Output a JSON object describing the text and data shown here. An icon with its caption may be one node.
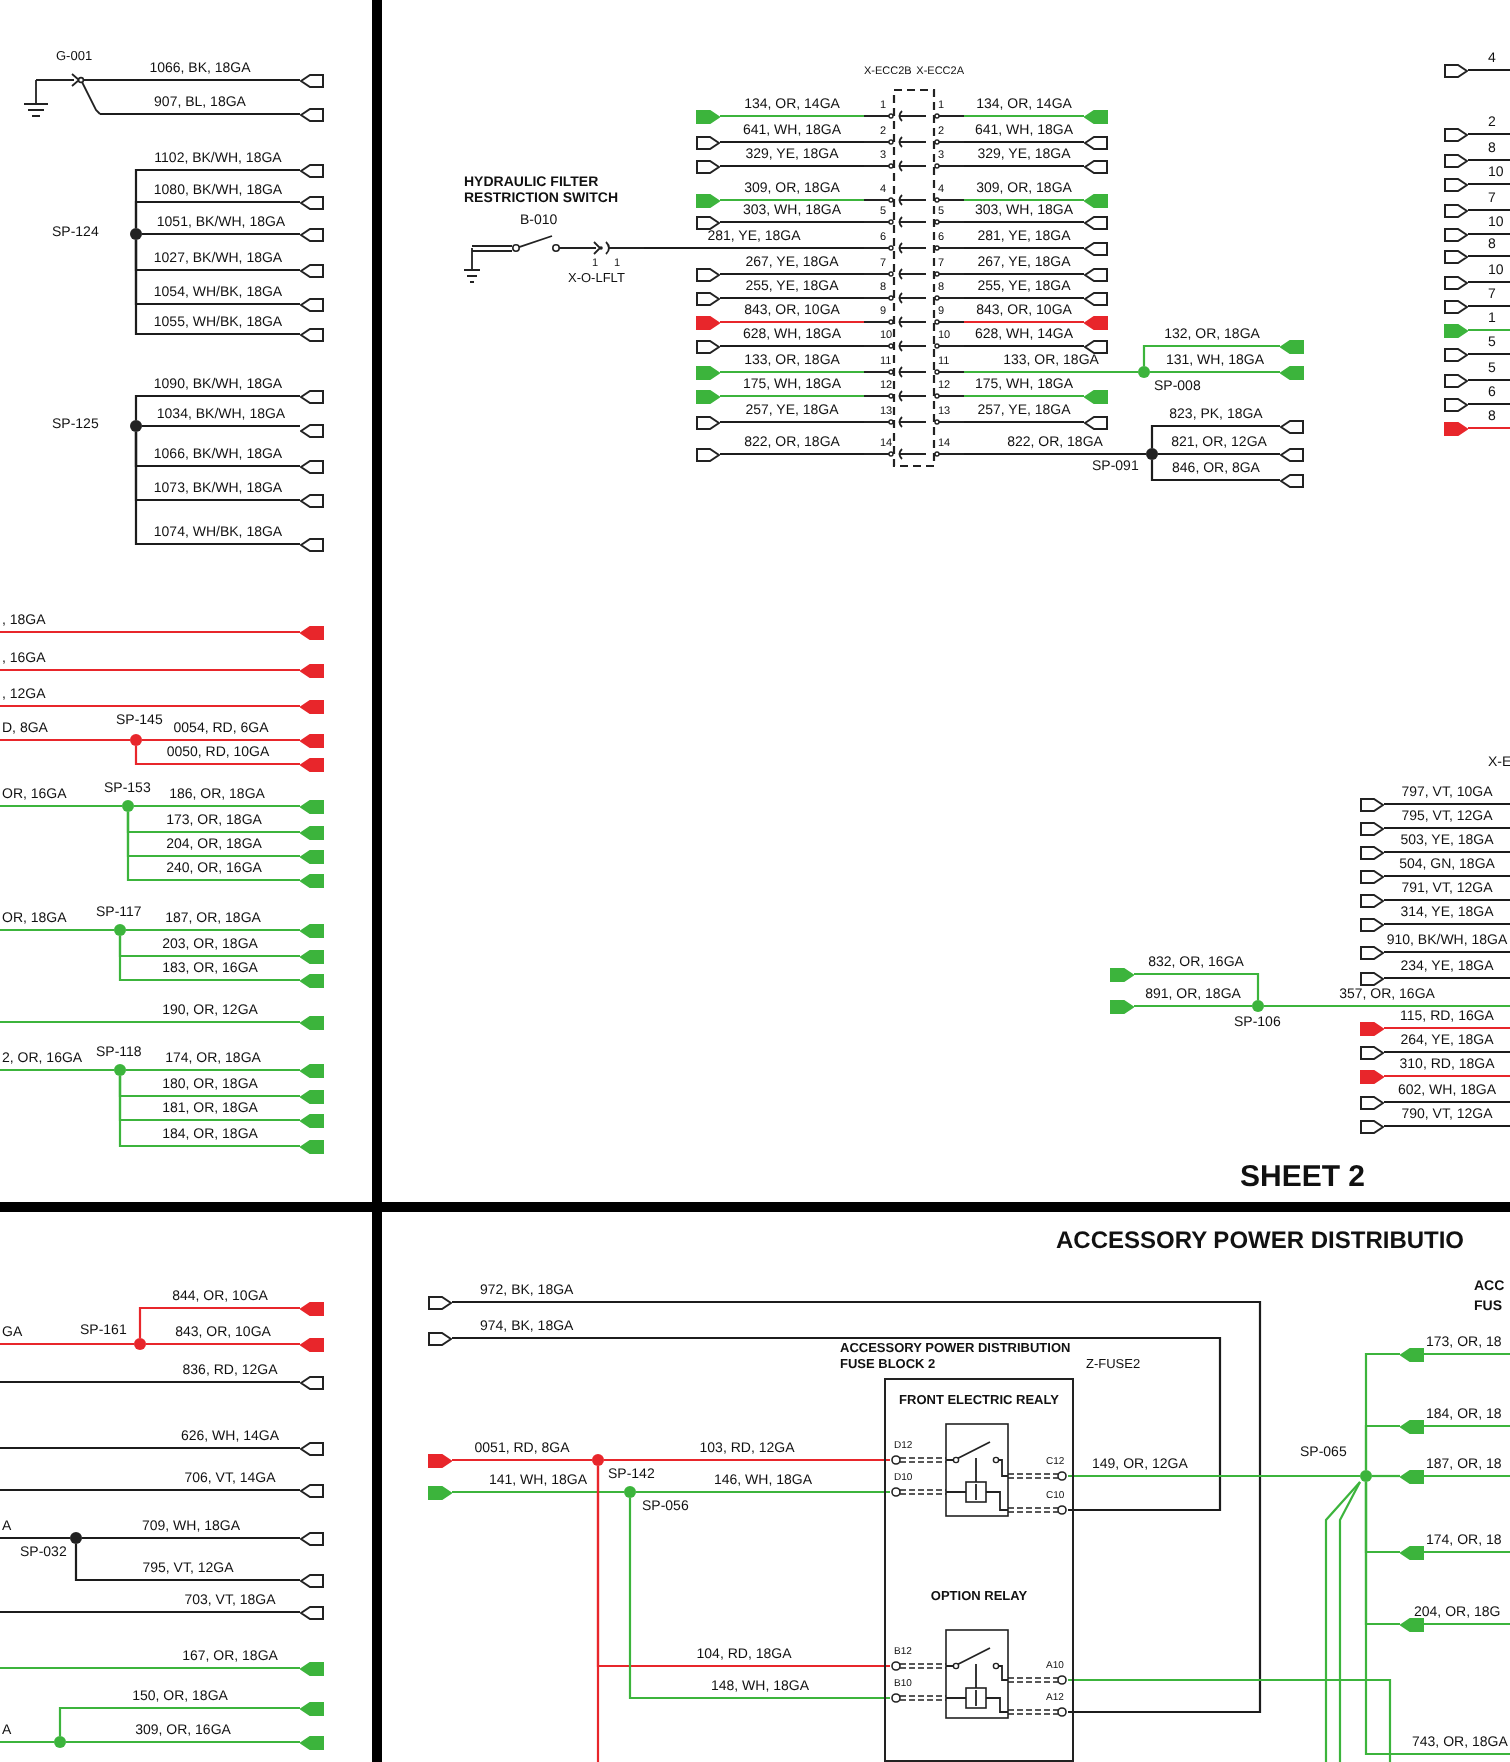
{
  "diagram": {
    "nodes": [
      {
        "text": [
          "G-001"
        ]
      },
      {
        "text": [],
        "shape": "plug"
      },
      {
        "text": [],
        "shape": "plug"
      },
      {
        "text": [],
        "shape": "dot",
        "beside": [
          "SP-124"
        ]
      },
      {
        "text": [],
        "shape": "plug"
      },
      {
        "text": [],
        "shape": "plug"
      },
      {
        "text": [],
        "shape": "plug"
      },
      {
        "text": [],
        "shape": "plug"
      },
      {
        "text": [],
        "shape": "plug"
      },
      {
        "text": [],
        "shape": "plug"
      },
      {
        "text": [],
        "shape": "dot",
        "beside": [
          "SP-125"
        ]
      },
      {
        "text": [],
        "shape": "plug"
      },
      {
        "text": [],
        "shape": "plug"
      },
      {
        "text": [],
        "shape": "plug"
      },
      {
        "text": [],
        "shape": "plug"
      },
      {
        "text": [],
        "shape": "plug"
      },
      {
        "text": [],
        "shape": "plug"
      },
      {
        "text": [],
        "shape": "plug"
      },
      {
        "text": [],
        "shape": "plug"
      },
      {
        "text": [],
        "shape": "dot",
        "beside": [
          "SP-145"
        ]
      },
      {
        "text": [],
        "shape": "plug"
      },
      {
        "text": [],
        "shape": "plug"
      },
      {
        "text": [],
        "shape": "dot",
        "beside": [
          "SP-153"
        ]
      },
      {
        "text": [],
        "shape": "plug"
      },
      {
        "text": [],
        "shape": "plug"
      },
      {
        "text": [],
        "shape": "plug"
      },
      {
        "text": [],
        "shape": "plug"
      },
      {
        "text": [],
        "shape": "dot",
        "beside": [
          "SP-117"
        ]
      },
      {
        "text": [],
        "shape": "plug"
      },
      {
        "text": [],
        "shape": "plug"
      },
      {
        "text": [],
        "shape": "plug"
      },
      {
        "text": [],
        "shape": "plug"
      },
      {
        "text": [],
        "shape": "dot",
        "beside": [
          "SP-118"
        ]
      },
      {
        "text": [],
        "shape": "plug"
      },
      {
        "text": [],
        "shape": "plug"
      },
      {
        "text": [],
        "shape": "plug"
      },
      {
        "text": [],
        "shape": "plug"
      },
      {
        "text": [
          "HYDRAULIC FILTER RESTRICTION SWITCH",
          "B-010",
          "X-O-LFLT"
        ]
      },
      {
        "text": [
          "X-ECC2B",
          "X-ECC2A"
        ]
      },
      {
        "text": [],
        "shape": "plug"
      },
      {
        "text": [],
        "shape": "plug"
      },
      {
        "text": [],
        "shape": "plug"
      },
      {
        "text": [],
        "shape": "plug"
      },
      {
        "text": [],
        "shape": "plug"
      },
      {
        "text": [],
        "shape": "plug"
      },
      {
        "text": [],
        "shape": "plug"
      },
      {
        "text": [],
        "shape": "plug"
      },
      {
        "text": [],
        "shape": "plug"
      },
      {
        "text": [],
        "shape": "plug"
      },
      {
        "text": [],
        "shape": "plug"
      },
      {
        "text": [],
        "shape": "plug"
      },
      {
        "text": [],
        "shape": "plug"
      },
      {
        "text": [],
        "shape": "plug"
      },
      {
        "text": [],
        "shape": "plug"
      },
      {
        "text": [],
        "shape": "plug"
      },
      {
        "text": [],
        "shape": "plug"
      },
      {
        "text": [],
        "shape": "plug"
      },
      {
        "text": [],
        "shape": "plug"
      },
      {
        "text": [],
        "shape": "plug"
      },
      {
        "text": [],
        "shape": "plug"
      },
      {
        "text": [],
        "shape": "plug"
      },
      {
        "text": [],
        "shape": "plug"
      },
      {
        "text": [],
        "shape": "plug"
      },
      {
        "text": [],
        "shape": "plug"
      },
      {
        "text": [],
        "shape": "dot",
        "beside": [
          "SP-008"
        ]
      },
      {
        "text": [],
        "shape": "plug"
      },
      {
        "text": [],
        "shape": "plug"
      },
      {
        "text": [],
        "shape": "dot",
        "beside": [
          "SP-091"
        ]
      },
      {
        "text": [],
        "shape": "plug"
      },
      {
        "text": [],
        "shape": "plug"
      },
      {
        "text": [],
        "shape": "plug"
      },
      {
        "text": [],
        "shape": "plug"
      },
      {
        "text": [],
        "shape": "plug"
      },
      {
        "text": [],
        "shape": "plug"
      },
      {
        "text": [],
        "shape": "plug"
      },
      {
        "text": [],
        "shape": "plug"
      },
      {
        "text": [],
        "shape": "plug"
      },
      {
        "text": [],
        "shape": "plug"
      },
      {
        "text": [],
        "shape": "plug"
      },
      {
        "text": [],
        "shape": "plug"
      },
      {
        "text": [],
        "shape": "plug"
      },
      {
        "text": [],
        "shape": "plug"
      },
      {
        "text": [],
        "shape": "plug"
      },
      {
        "text": [],
        "shape": "plug"
      },
      {
        "text": [],
        "shape": "plug"
      },
      {
        "text": [],
        "shape": "plug"
      },
      {
        "text": [],
        "shape": "plug"
      },
      {
        "text": [],
        "shape": "plug"
      },
      {
        "text": [],
        "shape": "plug"
      },
      {
        "text": [],
        "shape": "plug"
      },
      {
        "text": [],
        "shape": "plug"
      },
      {
        "text": [],
        "shape": "plug"
      },
      {
        "text": [],
        "shape": "plug"
      },
      {
        "text": [],
        "shape": "plug"
      },
      {
        "text": [],
        "shape": "plug"
      },
      {
        "text": [],
        "shape": "plug"
      },
      {
        "text": [],
        "shape": "plug"
      },
      {
        "text": [],
        "shape": "plug"
      },
      {
        "text": [],
        "shape": "dot",
        "beside": [
          "SP-106"
        ]
      },
      {
        "text": [],
        "shape": "plug"
      },
      {
        "text": [],
        "shape": "plug"
      },
      {
        "text": [],
        "shape": "plug"
      },
      {
        "text": [],
        "shape": "dot",
        "beside": [
          "SP-161"
        ]
      },
      {
        "text": [],
        "shape": "plug"
      },
      {
        "text": [],
        "shape": "plug"
      },
      {
        "text": [],
        "shape": "plug"
      },
      {
        "text": [],
        "shape": "plug"
      },
      {
        "text": [],
        "shape": "dot",
        "beside": [
          "SP-032"
        ]
      },
      {
        "text": [],
        "shape": "plug"
      },
      {
        "text": [],
        "shape": "plug"
      },
      {
        "text": [],
        "shape": "plug"
      },
      {
        "text": [],
        "shape": "plug"
      },
      {
        "text": [],
        "shape": "dot"
      },
      {
        "text": [],
        "shape": "plug"
      },
      {
        "text": [],
        "shape": "plug"
      },
      {
        "text": [],
        "shape": "plug"
      },
      {
        "text": [],
        "shape": "plug"
      },
      {
        "text": [],
        "shape": "box",
        "beside": [
          "ACCESSORY POWER DISTRIBUTION FUSE BLOCK 2",
          "Z-FUSE2"
        ]
      },
      {
        "text": [
          "FRONT ELECTRIC REALY"
        ],
        "in": 117
      },
      {
        "text": [
          "OPTION RELAY"
        ],
        "in": 117
      },
      {
        "text": [],
        "shape": "dot",
        "beside": [
          "SP-142"
        ]
      },
      {
        "text": [],
        "shape": "dot",
        "beside": [
          "SP-056"
        ]
      },
      {
        "text": [],
        "shape": "plug"
      },
      {
        "text": [],
        "shape": "plug"
      },
      {
        "text": [],
        "shape": "dot",
        "beside": [
          "SP-065"
        ]
      },
      {
        "text": [],
        "shape": "plug"
      },
      {
        "text": [],
        "shape": "plug"
      },
      {
        "text": [],
        "shape": "plug"
      },
      {
        "text": [],
        "shape": "plug"
      },
      {
        "text": [],
        "shape": "plug"
      }
    ],
    "edges": [
      {
        "from": 0,
        "to": 1,
        "arrow": "none",
        "label": "1066, BK, 18GA"
      },
      {
        "from": 0,
        "to": 2,
        "arrow": "none",
        "label": "907, BL, 18GA"
      },
      {
        "from": 3,
        "to": 4,
        "arrow": "none",
        "label": "1102, BK/WH, 18GA"
      },
      {
        "from": 3,
        "to": 5,
        "arrow": "none",
        "label": "1080, BK/WH, 18GA"
      },
      {
        "from": 3,
        "to": 6,
        "arrow": "none",
        "label": "1051, BK/WH, 18GA"
      },
      {
        "from": 3,
        "to": 7,
        "arrow": "none",
        "label": "1027, BK/WH, 18GA"
      },
      {
        "from": 3,
        "to": 8,
        "arrow": "none",
        "label": "1054, WH/BK, 18GA"
      },
      {
        "from": 3,
        "to": 9,
        "arrow": "none",
        "label": "1055, WH/BK, 18GA"
      },
      {
        "from": 10,
        "to": 11,
        "arrow": "none",
        "label": "1090, BK/WH, 18GA"
      },
      {
        "from": 10,
        "to": 12,
        "arrow": "none",
        "label": "1034, BK/WH, 18GA"
      },
      {
        "from": 10,
        "to": 13,
        "arrow": "none",
        "label": "1066, BK/WH, 18GA"
      },
      {
        "from": 10,
        "to": 14,
        "arrow": "none",
        "label": "1073, BK/WH, 18GA"
      },
      {
        "from": 10,
        "to": 15,
        "arrow": "none",
        "label": "1074, WH/BK, 18GA"
      },
      {
        "from": null,
        "to": 16,
        "arrow": "none",
        "label": ", 18GA",
        "color": "#e8262b"
      },
      {
        "from": null,
        "to": 17,
        "arrow": "none",
        "label": ", 16GA",
        "color": "#e8262b"
      },
      {
        "from": null,
        "to": 18,
        "arrow": "none",
        "label": ", 12GA",
        "color": "#e8262b"
      },
      {
        "from": null,
        "to": 19,
        "arrow": "none",
        "label": "D, 8GA",
        "color": "#e8262b"
      },
      {
        "from": 19,
        "to": 20,
        "arrow": "none",
        "label": "0054, RD, 6GA",
        "color": "#e8262b"
      },
      {
        "from": 19,
        "to": 21,
        "arrow": "none",
        "label": "0050, RD, 10GA",
        "color": "#e8262b"
      },
      {
        "from": null,
        "to": 22,
        "arrow": "none",
        "label": "OR, 16GA",
        "color": "#3cb43c"
      },
      {
        "from": 22,
        "to": 23,
        "arrow": "none",
        "label": "186, OR, 18GA",
        "color": "#3cb43c"
      },
      {
        "from": 22,
        "to": 24,
        "arrow": "none",
        "label": "173, OR, 18GA",
        "color": "#3cb43c"
      },
      {
        "from": 22,
        "to": 25,
        "arrow": "none",
        "label": "204, OR, 18GA",
        "color": "#3cb43c"
      },
      {
        "from": 22,
        "to": 26,
        "arrow": "none",
        "label": "240, OR, 16GA",
        "color": "#3cb43c"
      },
      {
        "from": null,
        "to": 27,
        "arrow": "none",
        "label": "OR, 18GA",
        "color": "#3cb43c"
      },
      {
        "from": 27,
        "to": 28,
        "arrow": "none",
        "label": "187, OR, 18GA",
        "color": "#3cb43c"
      },
      {
        "from": 27,
        "to": 29,
        "arrow": "none",
        "label": "203, OR, 18GA",
        "color": "#3cb43c"
      },
      {
        "from": 27,
        "to": 30,
        "arrow": "none",
        "label": "183, OR, 16GA",
        "color": "#3cb43c"
      },
      {
        "from": null,
        "to": 31,
        "arrow": "none",
        "label": "190, OR, 12GA",
        "color": "#3cb43c"
      },
      {
        "from": null,
        "to": 32,
        "arrow": "none",
        "label": "2, OR, 16GA",
        "color": "#3cb43c"
      },
      {
        "from": 32,
        "to": 33,
        "arrow": "none",
        "label": "174, OR, 18GA",
        "color": "#3cb43c"
      },
      {
        "from": 32,
        "to": 34,
        "arrow": "none",
        "label": "180, OR, 18GA",
        "color": "#3cb43c"
      },
      {
        "from": 32,
        "to": 35,
        "arrow": "none",
        "label": "181, OR, 18GA",
        "color": "#3cb43c"
      },
      {
        "from": 32,
        "to": 36,
        "arrow": "none",
        "label": "184, OR, 18GA",
        "color": "#3cb43c"
      },
      {
        "from": 37,
        "to": 38,
        "arrow": "none",
        "label": "281, YE, 18GA"
      },
      {
        "from": 39,
        "to": 38,
        "arrow": "none",
        "label": "134, OR, 14GA",
        "color": "#3cb43c"
      },
      {
        "from": 40,
        "to": 38,
        "arrow": "none",
        "label": "641, WH, 18GA"
      },
      {
        "from": 41,
        "to": 38,
        "arrow": "none",
        "label": "329, YE, 18GA"
      },
      {
        "from": 42,
        "to": 38,
        "arrow": "none",
        "label": "309, OR, 18GA",
        "color": "#3cb43c"
      },
      {
        "from": 43,
        "to": 38,
        "arrow": "none",
        "label": "303, WH, 18GA"
      },
      {
        "from": 44,
        "to": 38,
        "arrow": "none",
        "label": "267, YE, 18GA"
      },
      {
        "from": 45,
        "to": 38,
        "arrow": "none",
        "label": "255, YE, 18GA"
      },
      {
        "from": 46,
        "to": 38,
        "arrow": "none",
        "label": "843, OR, 10GA",
        "color": "#e8262b"
      },
      {
        "from": 47,
        "to": 38,
        "arrow": "none",
        "label": "628, WH, 18GA"
      },
      {
        "from": 48,
        "to": 38,
        "arrow": "none",
        "label": "133, OR, 18GA",
        "color": "#3cb43c"
      },
      {
        "from": 49,
        "to": 38,
        "arrow": "none",
        "label": "175, WH, 18GA",
        "color": "#3cb43c"
      },
      {
        "from": 50,
        "to": 38,
        "arrow": "none",
        "label": "257, YE, 18GA"
      },
      {
        "from": 51,
        "to": 38,
        "arrow": "none",
        "label": "822, OR, 18GA"
      },
      {
        "from": 38,
        "to": 52,
        "arrow": "none",
        "label": "134, OR, 14GA",
        "color": "#3cb43c"
      },
      {
        "from": 38,
        "to": 53,
        "arrow": "none",
        "label": "641, WH, 18GA"
      },
      {
        "from": 38,
        "to": 54,
        "arrow": "none",
        "label": "329, YE, 18GA"
      },
      {
        "from": 38,
        "to": 55,
        "arrow": "none",
        "label": "309, OR, 18GA",
        "color": "#3cb43c"
      },
      {
        "from": 38,
        "to": 56,
        "arrow": "none",
        "label": "303, WH, 18GA"
      },
      {
        "from": 38,
        "to": 57,
        "arrow": "none",
        "label": "281, YE, 18GA"
      },
      {
        "from": 38,
        "to": 58,
        "arrow": "none",
        "label": "267, YE, 18GA"
      },
      {
        "from": 38,
        "to": 59,
        "arrow": "none",
        "label": "255, YE, 18GA"
      },
      {
        "from": 38,
        "to": 60,
        "arrow": "none",
        "label": "843, OR, 10GA",
        "color": "#e8262b"
      },
      {
        "from": 38,
        "to": 61,
        "arrow": "none",
        "label": "628, WH, 14GA"
      },
      {
        "from": 38,
        "to": 62,
        "arrow": "none",
        "label": "175, WH, 18GA",
        "color": "#3cb43c"
      },
      {
        "from": 38,
        "to": 63,
        "arrow": "none",
        "label": "257, YE, 18GA"
      },
      {
        "from": 38,
        "to": 64,
        "arrow": "none",
        "label": "133, OR, 18GA",
        "color": "#3cb43c"
      },
      {
        "from": 64,
        "to": 65,
        "arrow": "none",
        "label": "132, OR, 18GA",
        "color": "#3cb43c"
      },
      {
        "from": 64,
        "to": 66,
        "arrow": "none",
        "label": "131, WH, 18GA",
        "color": "#3cb43c"
      },
      {
        "from": 38,
        "to": 67,
        "arrow": "none",
        "label": "822, OR, 18GA"
      },
      {
        "from": 67,
        "to": 68,
        "arrow": "none",
        "label": "823, PK, 18GA"
      },
      {
        "from": 67,
        "to": 69,
        "arrow": "none",
        "label": "821, OR, 12GA"
      },
      {
        "from": 67,
        "to": 70,
        "arrow": "none",
        "label": "846, OR, 8GA"
      },
      {
        "from": 71,
        "to": null,
        "arrow": "none",
        "label": "4"
      },
      {
        "from": 72,
        "to": null,
        "arrow": "none",
        "label": "2"
      },
      {
        "from": 73,
        "to": null,
        "arrow": "none",
        "label": "8"
      },
      {
        "from": 74,
        "to": null,
        "arrow": "none",
        "label": "10"
      },
      {
        "from": 75,
        "to": null,
        "arrow": "none",
        "label": "7"
      },
      {
        "from": 76,
        "to": null,
        "arrow": "none",
        "label": "10"
      },
      {
        "from": 77,
        "to": null,
        "arrow": "none",
        "label": "8"
      },
      {
        "from": 78,
        "to": null,
        "arrow": "none",
        "label": "10"
      },
      {
        "from": 79,
        "to": null,
        "arrow": "none",
        "label": "7"
      },
      {
        "from": 80,
        "to": null,
        "arrow": "none",
        "label": "1",
        "color": "#3cb43c"
      },
      {
        "from": 81,
        "to": null,
        "arrow": "none",
        "label": "5"
      },
      {
        "from": 82,
        "to": null,
        "arrow": "none",
        "label": "5"
      },
      {
        "from": 83,
        "to": null,
        "arrow": "none",
        "label": "6"
      },
      {
        "from": 84,
        "to": null,
        "arrow": "none",
        "label": "8",
        "color": "#e8262b"
      },
      {
        "from": 85,
        "to": null,
        "arrow": "none",
        "label": "797, VT, 10GA"
      },
      {
        "from": 86,
        "to": null,
        "arrow": "none",
        "label": "795, VT, 12GA"
      },
      {
        "from": 87,
        "to": null,
        "arrow": "none",
        "label": "503, YE, 18GA"
      },
      {
        "from": 88,
        "to": null,
        "arrow": "none",
        "label": "504, GN, 18GA"
      },
      {
        "from": 89,
        "to": null,
        "arrow": "none",
        "label": "791, VT, 12GA"
      },
      {
        "from": 90,
        "to": null,
        "arrow": "none",
        "label": "314, YE, 18GA"
      },
      {
        "from": 91,
        "to": null,
        "arrow": "none",
        "label": "910, BK/WH, 18GA"
      },
      {
        "from": 92,
        "to": null,
        "arrow": "none",
        "label": "234, YE, 18GA"
      },
      {
        "from": 93,
        "to": null,
        "arrow": "none",
        "label": "115, RD, 16GA",
        "color": "#e8262b"
      },
      {
        "from": 94,
        "to": null,
        "arrow": "none",
        "label": "264, YE, 18GA"
      },
      {
        "from": 95,
        "to": null,
        "arrow": "none",
        "label": "310, RD, 18GA",
        "color": "#e8262b"
      },
      {
        "from": 96,
        "to": null,
        "arrow": "none",
        "label": "602, WH, 18GA"
      },
      {
        "from": 97,
        "to": null,
        "arrow": "none",
        "label": "790, VT, 12GA"
      },
      {
        "from": 98,
        "to": 99,
        "arrow": "none",
        "label": "832, OR, 16GA",
        "color": "#3cb43c"
      },
      {
        "from": 98,
        "to": 100,
        "arrow": "none",
        "label": "891, OR, 18GA",
        "color": "#3cb43c"
      },
      {
        "from": 98,
        "to": null,
        "arrow": "none",
        "label": "357, OR, 16GA",
        "color": "#3cb43c"
      },
      {
        "from": 102,
        "to": 101,
        "arrow": "none",
        "label": "844, OR, 10GA",
        "color": "#e8262b"
      },
      {
        "from": null,
        "to": 102,
        "arrow": "none",
        "label": "GA",
        "color": "#e8262b"
      },
      {
        "from": 102,
        "to": 103,
        "arrow": "none",
        "label": "843, OR, 10GA",
        "color": "#e8262b"
      },
      {
        "from": null,
        "to": 104,
        "arrow": "none",
        "label": "836, RD, 12GA"
      },
      {
        "from": null,
        "to": 105,
        "arrow": "none",
        "label": "626, WH, 14GA"
      },
      {
        "from": null,
        "to": 106,
        "arrow": "none",
        "label": "706, VT, 14GA"
      },
      {
        "from": null,
        "to": 107,
        "arrow": "none",
        "label": "A"
      },
      {
        "from": 107,
        "to": 108,
        "arrow": "none",
        "label": "709, WH, 18GA"
      },
      {
        "from": 107,
        "to": 109,
        "arrow": "none",
        "label": "795, VT, 12GA"
      },
      {
        "from": null,
        "to": 110,
        "arrow": "none",
        "label": "703, VT, 18GA"
      },
      {
        "from": null,
        "to": 111,
        "arrow": "none",
        "label": "167, OR, 18GA",
        "color": "#3cb43c"
      },
      {
        "from": null,
        "to": 112,
        "arrow": "none",
        "label": "A",
        "color": "#3cb43c"
      },
      {
        "from": 112,
        "to": 113,
        "arrow": "none",
        "label": "150, OR, 18GA",
        "color": "#3cb43c"
      },
      {
        "from": 112,
        "to": 114,
        "arrow": "none",
        "label": "309, OR, 16GA",
        "color": "#3cb43c"
      },
      {
        "from": 115,
        "to": 119,
        "arrow": "none",
        "label": "972, BK, 18GA"
      },
      {
        "from": 116,
        "to": 118,
        "arrow": "none",
        "label": "974, BK, 18GA"
      },
      {
        "from": 122,
        "to": 120,
        "arrow": "none",
        "label": "0051, RD, 8GA",
        "color": "#e8262b"
      },
      {
        "from": 120,
        "to": 118,
        "arrow": "none",
        "label": "103, RD, 12GA",
        "color": "#e8262b"
      },
      {
        "from": 123,
        "to": 121,
        "arrow": "none",
        "label": "141, WH, 18GA",
        "color": "#3cb43c"
      },
      {
        "from": 121,
        "to": 118,
        "arrow": "none",
        "label": "146, WH, 18GA",
        "color": "#3cb43c"
      },
      {
        "from": 120,
        "to": 119,
        "arrow": "none",
        "label": "104, RD, 18GA",
        "color": "#e8262b"
      },
      {
        "from": 120,
        "to": null,
        "arrow": "none",
        "color": "#e8262b"
      },
      {
        "from": 121,
        "to": 119,
        "arrow": "none",
        "label": "148, WH, 18GA",
        "color": "#3cb43c"
      },
      {
        "from": 118,
        "to": 124,
        "arrow": "none",
        "label": "149, OR, 12GA",
        "color": "#3cb43c"
      },
      {
        "from": 119,
        "to": null,
        "arrow": "none",
        "color": "#3cb43c"
      },
      {
        "from": 124,
        "to": 125,
        "arrow": "none",
        "color": "#3cb43c"
      },
      {
        "from": 124,
        "to": 126,
        "arrow": "none",
        "color": "#3cb43c"
      },
      {
        "from": 124,
        "to": 127,
        "arrow": "none",
        "color": "#3cb43c"
      },
      {
        "from": 124,
        "to": 128,
        "arrow": "none",
        "color": "#3cb43c"
      },
      {
        "from": 124,
        "to": 129,
        "arrow": "none",
        "color": "#3cb43c"
      },
      {
        "from": 125,
        "to": null,
        "arrow": "none",
        "label": "173, OR, 18",
        "color": "#3cb43c"
      },
      {
        "from": 126,
        "to": null,
        "arrow": "none",
        "label": "184, OR, 18",
        "color": "#3cb43c"
      },
      {
        "from": 127,
        "to": null,
        "arrow": "none",
        "label": "187, OR, 18",
        "color": "#3cb43c"
      },
      {
        "from": 128,
        "to": null,
        "arrow": "none",
        "label": "174, OR, 18",
        "color": "#3cb43c"
      },
      {
        "from": 129,
        "to": null,
        "arrow": "none",
        "label": "204, OR, 18G",
        "color": "#3cb43c"
      },
      {
        "from": 124,
        "to": null,
        "arrow": "none",
        "label": "743, OR, 18GA",
        "color": "#3cb43c"
      },
      {
        "from": 124,
        "to": null,
        "arrow": "none",
        "color": "#3cb43c"
      },
      {
        "from": 124,
        "to": null,
        "arrow": "none",
        "color": "#3cb43c"
      }
    ],
    "labels": [
      "1",
      "1",
      "2",
      "2",
      "3",
      "3",
      "4",
      "4",
      "5",
      "5",
      "6",
      "6",
      "7",
      "7",
      "8",
      "8",
      "9",
      "9",
      "10",
      "10",
      "11",
      "11",
      "12",
      "12",
      "13",
      "13",
      "14",
      "14",
      "1",
      "1",
      "X-E",
      "SHEET 2",
      "ACCESSORY POWER DISTRIBUTIO",
      "ACC",
      "FUS",
      "D12",
      "D10",
      "C12",
      "C10",
      "B12",
      "B10",
      "A10",
      "A12"
    ]
  }
}
